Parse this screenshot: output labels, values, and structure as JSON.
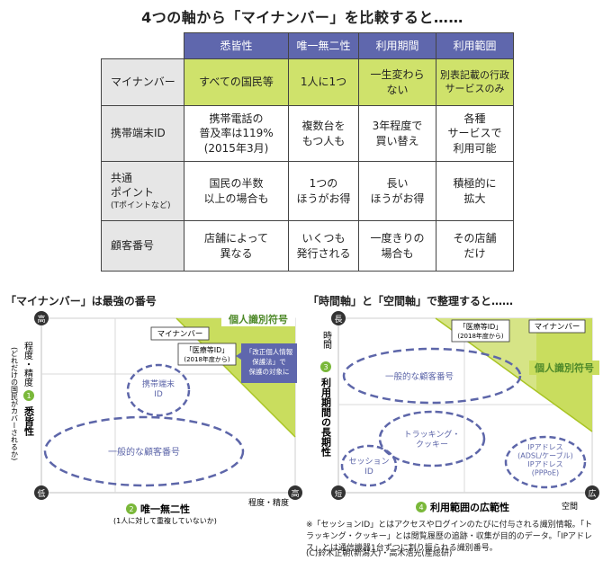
{
  "title": "4つの軸から「マイナンバー」を比較すると……",
  "table": {
    "columns": [
      "悉皆性",
      "唯一無二性",
      "利用期間",
      "利用範囲"
    ],
    "rows": [
      {
        "header": "マイナンバー",
        "header_sub": "",
        "cells": [
          "すべての国民等",
          "1人に1つ",
          "一生変わら\nない",
          "別表記載の行政\nサービスのみ"
        ]
      },
      {
        "header": "携帯端末ID",
        "header_sub": "",
        "cells": [
          "携帯電話の\n普及率は119%\n(2015年3月)",
          "複数台を\nもつ人も",
          "3年程度で\n買い替え",
          "各種\nサービスで\n利用可能"
        ]
      },
      {
        "header": "共通\nポイント",
        "header_sub": "(Tポイントなど)",
        "cells": [
          "国民の半数\n以上の場合も",
          "1つの\nほうがお得",
          "長い\nほうがお得",
          "積極的に\n拡大"
        ]
      },
      {
        "header": "顧客番号",
        "header_sub": "",
        "cells": [
          "店舗によって\n異なる",
          "いくつも\n発行される",
          "一度きりの\n場合も",
          "その店舗\nだけ"
        ]
      }
    ],
    "highlight_color": "#cfe26b",
    "header_color": "#5f67ad"
  },
  "left_diagram": {
    "title": "「マイナンバー」は最強の番号",
    "y_high": "高",
    "y_low": "低",
    "x_high": "高",
    "y_axis_label": "程度・精度",
    "y_axis_note": "(どれだけの国民がカバーされるか)",
    "y_axis_num": "1",
    "y_axis_name": "悉皆性",
    "x_axis_num": "2",
    "x_axis_name": "唯一無二性",
    "x_axis_note": "(1人に対して重複していないか)",
    "x_axis_label": "程度・精度",
    "region_label": "個人識別符号",
    "label_mynumber": "マイナンバー",
    "label_medical": "「医療等ID」\n(2018年度から)",
    "label_callout": "「改正個人情報\n保護法」で\n保護の対象に",
    "label_mobile": "携帯端末\nID",
    "label_general": "一般的な顧客番号"
  },
  "right_diagram": {
    "title": "「時間軸」と「空間軸」で整理すると……",
    "y_high": "長",
    "y_low": "短",
    "x_high": "広",
    "y_axis_label": "時間",
    "y_axis_num": "3",
    "y_axis_name": "利用期間の長期性",
    "x_axis_num": "4",
    "x_axis_name": "利用範囲の広範性",
    "x_axis_label": "空間",
    "region_label": "個人識別符号",
    "label_mynumber": "マイナンバー",
    "label_medical": "「医療等ID」\n(2018年度から)",
    "label_general": "一般的な顧客番号",
    "label_tracking": "トラッキング・\nクッキー",
    "label_session": "セッション\nID",
    "label_ip": "IPアドレス\n(ADSL/ケーブル)\nIPアドレス\n(PPPoE)"
  },
  "footnote": "※「セッションID」とはアクセスやログインのたびに付与される識別情報。「トラッキング・クッキー」とは閲覧履歴の追跡・収集が目的のデータ。「IPアドレス」とは通信機器1台ずつに割り振られる識別番号。",
  "credit": "(C)鈴木正朝(新潟大)・高木浩光(産総研)",
  "colors": {
    "green": "#cfe26b",
    "green_dark": "#a9c424",
    "blue": "#5f67ad",
    "dashed": "#5d66a9",
    "label_green": "#4f8a2a"
  }
}
